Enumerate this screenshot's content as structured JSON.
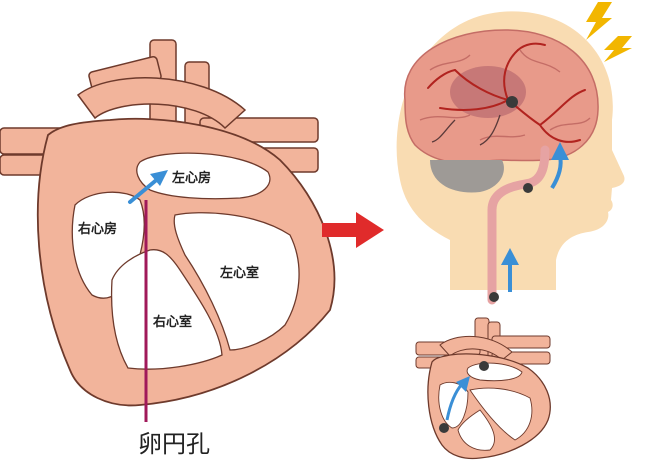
{
  "labels": {
    "left_atrium": "左心房",
    "right_atrium": "右心房",
    "left_ventricle": "左心室",
    "right_ventricle": "右心室",
    "foramen_ovale": "卵円孔"
  },
  "colors": {
    "heart_fill": "#f2b49b",
    "heart_stroke": "#6e3a2c",
    "chamber_fill": "#ffffff",
    "pointer_line": "#a0195a",
    "flow_arrow": "#3a8fd6",
    "transition_arrow": "#e02b2b",
    "skin": "#f9dcb2",
    "brain": "#e89a8a",
    "brain_dark": "#c46d66",
    "vessel": "#b1231f",
    "artery": "#e6a3a3",
    "clot": "#3a3a3a",
    "lightning": "#f2b600"
  },
  "icons": [
    "flow-arrow-icon",
    "transition-arrow-icon",
    "lightning-icon",
    "clot-icon"
  ]
}
